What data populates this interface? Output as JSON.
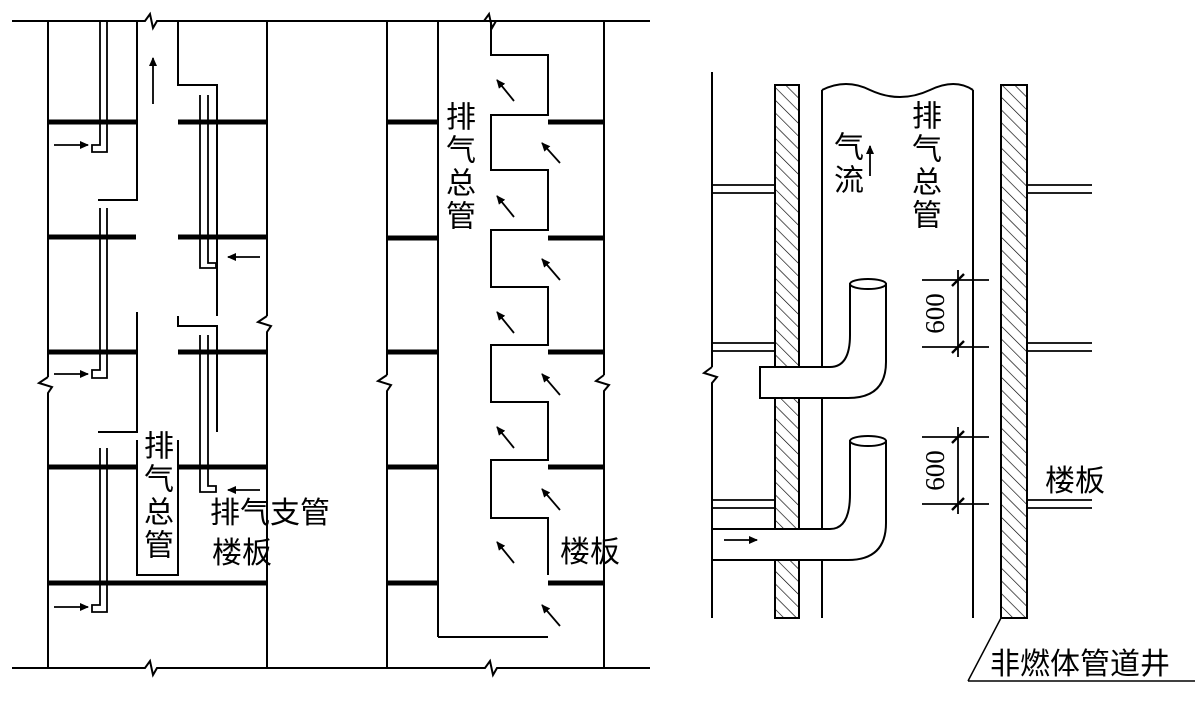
{
  "labels": {
    "exhaust_main_pipe": "排气总管",
    "exhaust_branch_pipe": "排气支管",
    "floor_slab": "楼板",
    "airflow": "气流",
    "dimension_600": "600",
    "noncombustible_shaft": "非燃体管道井"
  }
}
